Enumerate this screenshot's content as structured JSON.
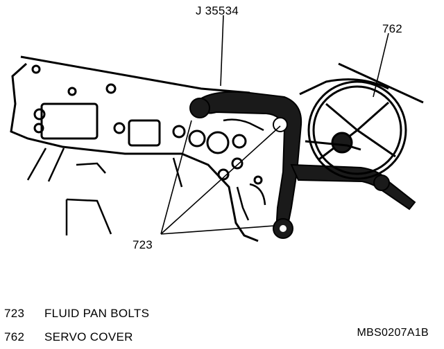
{
  "callouts": {
    "tool": "J 35534",
    "servo": "762",
    "bolts": "723"
  },
  "legend": [
    {
      "number": "723",
      "label": "FLUID PAN BOLTS"
    },
    {
      "number": "762",
      "label": "SERVO COVER"
    }
  ],
  "figure_code": "MBS0207A1B"
}
